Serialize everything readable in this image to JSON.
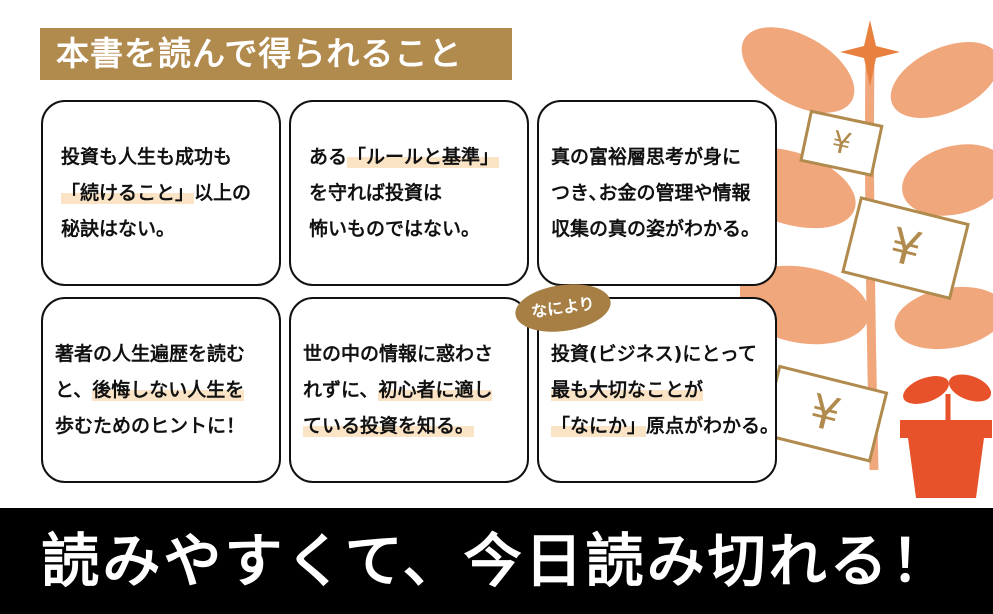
{
  "header": {
    "title": "本書を読んで得られること"
  },
  "cards": [
    {
      "lines": [
        {
          "parts": [
            {
              "text": "投資も人生も成功も"
            }
          ]
        },
        {
          "parts": [
            {
              "text": "「続けること」",
              "hl": true
            },
            {
              "text": "以上の"
            }
          ]
        },
        {
          "parts": [
            {
              "text": "秘訣はない。"
            }
          ]
        }
      ]
    },
    {
      "lines": [
        {
          "parts": [
            {
              "text": "ある"
            },
            {
              "text": "「ルールと基準」",
              "hl": true
            }
          ]
        },
        {
          "parts": [
            {
              "text": "を守れば投資は"
            }
          ]
        },
        {
          "parts": [
            {
              "text": "怖いものではない。"
            }
          ]
        }
      ]
    },
    {
      "lines": [
        {
          "parts": [
            {
              "text": "真の富裕層思考が身に"
            }
          ]
        },
        {
          "parts": [
            {
              "text": "つき､お金の管理や情報"
            }
          ]
        },
        {
          "parts": [
            {
              "text": "収集の真の姿がわかる。"
            }
          ]
        }
      ]
    },
    {
      "lines": [
        {
          "parts": [
            {
              "text": "著者の人生遍歴を読む"
            }
          ]
        },
        {
          "parts": [
            {
              "text": "と、"
            },
            {
              "text": "後悔しない人生を",
              "hl": true
            }
          ]
        },
        {
          "parts": [
            {
              "text": "歩むためのヒントに！"
            }
          ]
        }
      ]
    },
    {
      "lines": [
        {
          "parts": [
            {
              "text": "世の中の情報に惑わさ"
            }
          ]
        },
        {
          "parts": [
            {
              "text": "れずに、"
            },
            {
              "text": "初心者に適し",
              "hl": true
            }
          ]
        },
        {
          "parts": [
            {
              "text": "ている投資を知る。",
              "hl": true
            }
          ]
        }
      ]
    },
    {
      "lines": [
        {
          "parts": [
            {
              "text": "投資(ビジネス)にとって"
            }
          ]
        },
        {
          "parts": [
            {
              "text": "最も大切なことが",
              "hl": true
            }
          ]
        },
        {
          "parts": [
            {
              "text": "「なにか」",
              "hl": true
            },
            {
              "text": "原点がわかる。"
            }
          ]
        }
      ]
    }
  ],
  "badge": {
    "label": "なにより"
  },
  "illustration": {
    "note_symbol": "¥"
  },
  "footer": {
    "text": "読みやすくて、今日読み切れる！"
  },
  "colors": {
    "header_band": "#b18a4e",
    "highlight": "#fbe3c6",
    "leaf": "#f0a77c",
    "pot": "#e8522a",
    "star": "#e8803f",
    "footer_bg": "#000000"
  }
}
